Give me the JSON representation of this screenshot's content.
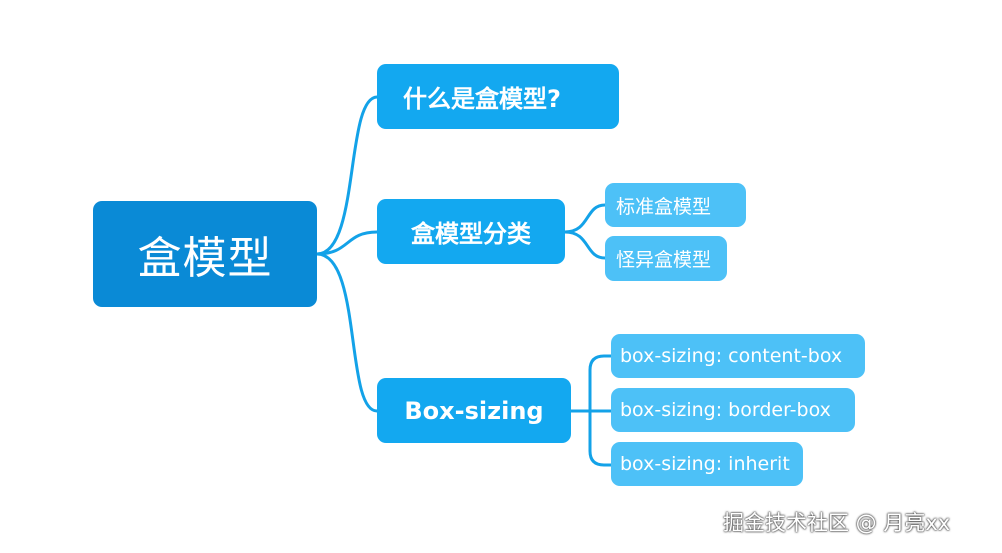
{
  "root": {
    "label": "盒模型"
  },
  "branches": [
    {
      "label": "什么是盒模型?",
      "children": []
    },
    {
      "label": "盒模型分类",
      "children": [
        {
          "label": "标准盒模型"
        },
        {
          "label": "怪异盒模型"
        }
      ]
    },
    {
      "label": "Box-sizing",
      "children": [
        {
          "label": "box-sizing: content-box"
        },
        {
          "label": "box-sizing: border-box"
        },
        {
          "label": "box-sizing: inherit"
        }
      ]
    }
  ],
  "watermark": "掘金技术社区 @ 月亮xx",
  "colors": {
    "root": "#0a8ad6",
    "branch": "#13a8f0",
    "leaf": "#4dc1f7",
    "connector": "#13a2e8"
  }
}
